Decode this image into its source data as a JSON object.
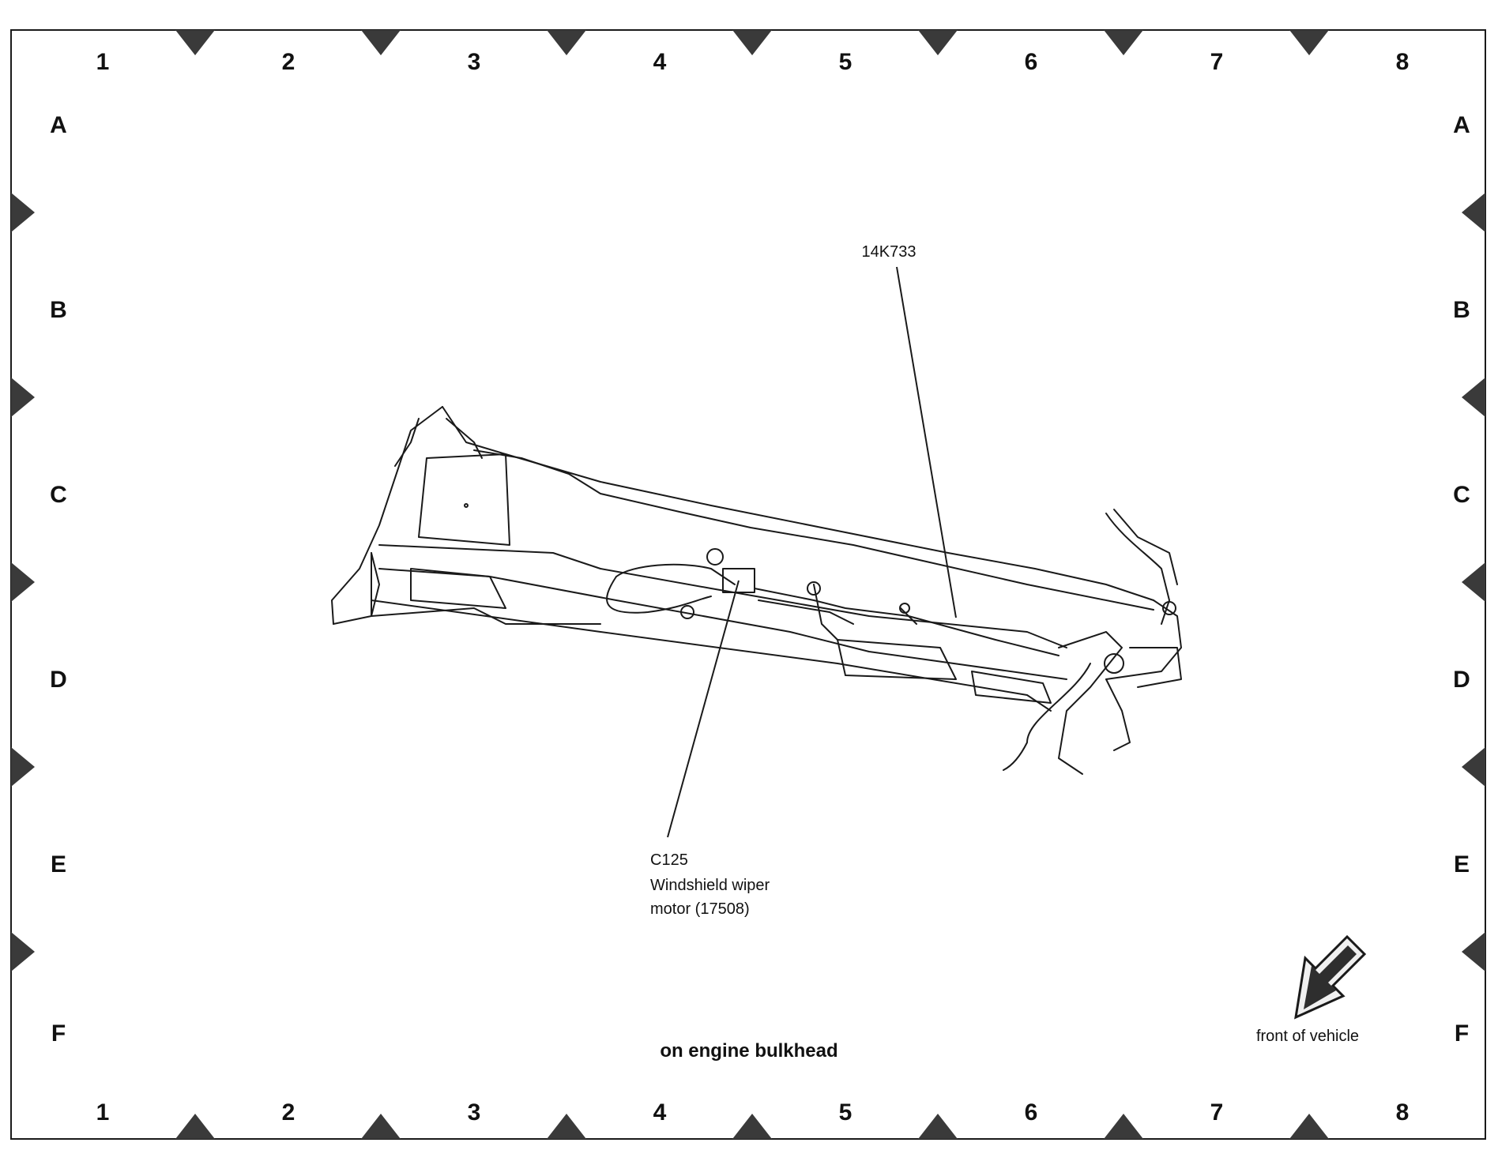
{
  "grid": {
    "columns": [
      "1",
      "2",
      "3",
      "4",
      "5",
      "6",
      "7",
      "8"
    ],
    "rows": [
      "A",
      "B",
      "C",
      "D",
      "E",
      "F"
    ]
  },
  "callouts": {
    "harness": "14K733",
    "connector_id": "C125",
    "connector_desc_1": "Windshield wiper",
    "connector_desc_2": "motor (17508)"
  },
  "caption": "on engine bulkhead",
  "orientation": {
    "label": "front of vehicle",
    "icon": "arrow-down-left-icon"
  },
  "colors": {
    "line": "#1a1a1a",
    "marker": "#3a3a3a"
  }
}
